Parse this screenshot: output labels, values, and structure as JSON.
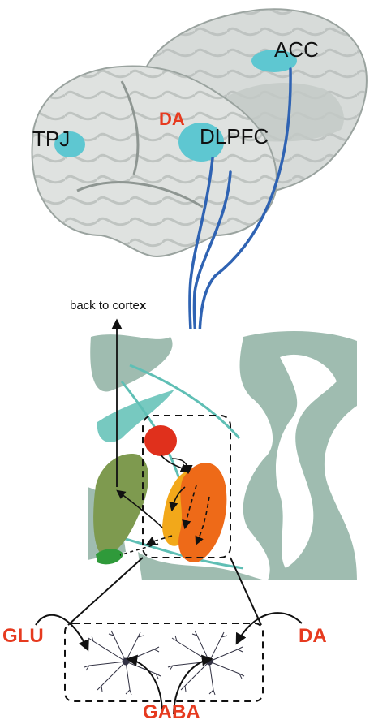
{
  "labels": {
    "acc": "ACC",
    "tpj": "TPJ",
    "dlpfc": "DLPFC",
    "da_cortex": "DA",
    "back_to_cortex": "back to corte",
    "back_to_cortex_bold": "x",
    "glu": "GLU",
    "da_striatum": "DA",
    "gaba": "GABA"
  },
  "colors": {
    "brain": "#d7dbd9",
    "region_cyan": "#5ec7d1",
    "pathway_blue": "#2f63b3",
    "neurotransmitter_red": "#e63a1f",
    "tissue_green": "#8fb5a8",
    "globus_pallidus": "#7e9a4f",
    "striatum_orange": "#ee6a18",
    "striatum_amber": "#f2a81a",
    "nucleus_red": "#e0301c",
    "small_green": "#2f9a3a"
  }
}
